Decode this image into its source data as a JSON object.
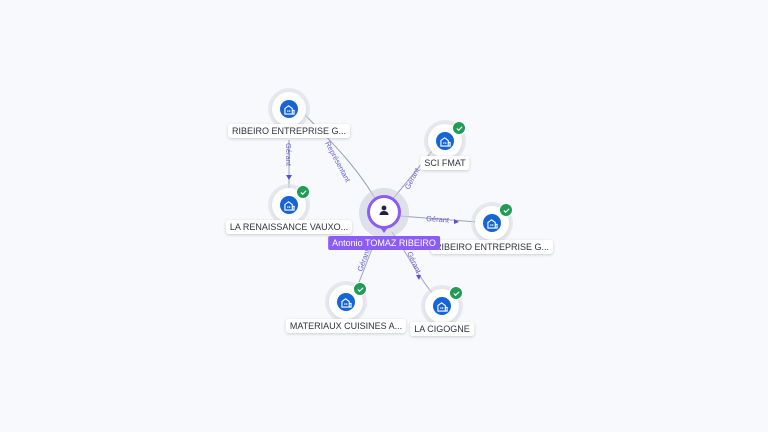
{
  "center": {
    "name": "Antonio TOMAZ RIBEIRO",
    "icon": "person-icon",
    "color": "#8b5cf6"
  },
  "companies": [
    {
      "id": "ribeiro1",
      "name": "RIBEIRO ENTREPRISE G...",
      "icon": "building-icon",
      "verified": false
    },
    {
      "id": "sci",
      "name": "SCI FMAT",
      "icon": "building-icon",
      "verified": true
    },
    {
      "id": "renaissance",
      "name": "LA RENAISSANCE VAUXO...",
      "icon": "building-icon",
      "verified": true
    },
    {
      "id": "ribeiro2",
      "name": "RIBEIRO ENTREPRISE G...",
      "icon": "building-icon",
      "verified": true
    },
    {
      "id": "materiaux",
      "name": "MATERIAUX CUISINES A...",
      "icon": "building-icon",
      "verified": true
    },
    {
      "id": "cigogne",
      "name": "LA CIGOGNE",
      "icon": "building-icon",
      "verified": true
    }
  ],
  "edges": [
    {
      "from": "center",
      "to": "ribeiro1",
      "label": "Représentant"
    },
    {
      "from": "ribeiro1",
      "to": "renaissance",
      "label": "Gérant"
    },
    {
      "from": "center",
      "to": "sci",
      "label": "Gérant"
    },
    {
      "from": "center",
      "to": "ribeiro2",
      "label": "Gérant"
    },
    {
      "from": "center",
      "to": "materiaux",
      "label": "Gérant"
    },
    {
      "from": "center",
      "to": "cigogne",
      "label": "Gérant"
    }
  ],
  "colors": {
    "node_icon": "#1565d8",
    "verified": "#1f9d55",
    "edge_label": "#6a5fd6"
  }
}
